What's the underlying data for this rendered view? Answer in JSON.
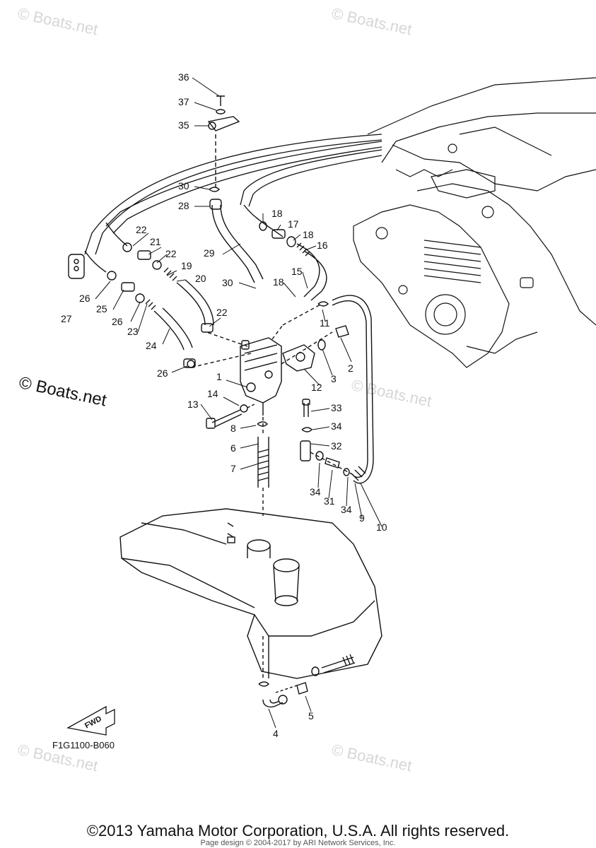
{
  "watermarks": {
    "top_left": "© Boats.net",
    "top_right": "© Boats.net",
    "mid_right": "© Boats.net",
    "bottom_left": "© Boats.net",
    "bottom_right": "© Boats.net",
    "left_dark": "© Boats.net"
  },
  "diagram_code": "F1G1100-B060",
  "fwd_label": "FWD",
  "copyright": "©2013 Yamaha Motor Corporation, U.S.A. All rights reserved.",
  "page_design": "Page design © 2004-2017 by ARI Network Services, Inc.",
  "callouts": [
    "1",
    "2",
    "3",
    "4",
    "5",
    "6",
    "7",
    "8",
    "9",
    "10",
    "11",
    "12",
    "13",
    "14",
    "15",
    "16",
    "17",
    "18",
    "18",
    "18",
    "19",
    "20",
    "21",
    "22",
    "22",
    "22",
    "23",
    "24",
    "25",
    "26",
    "26",
    "26",
    "27",
    "28",
    "29",
    "30",
    "30",
    "31",
    "32",
    "33",
    "34",
    "34",
    "34",
    "35",
    "36",
    "37"
  ]
}
